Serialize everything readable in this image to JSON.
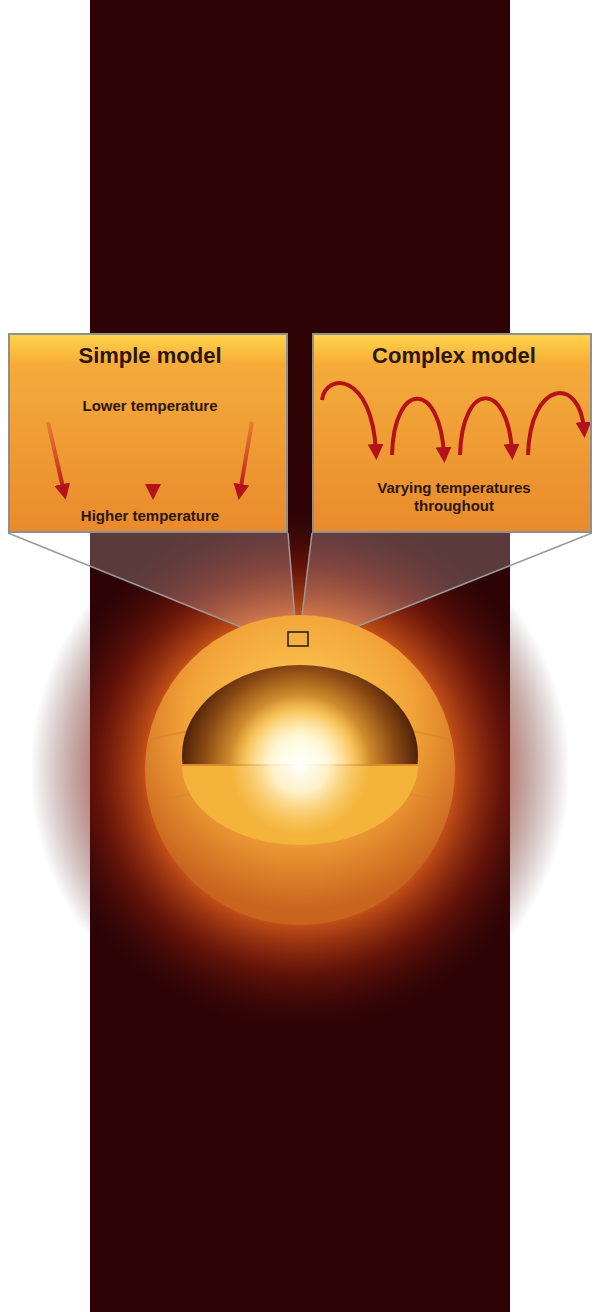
{
  "diagram": {
    "nodes": [
      {
        "text": [
          "Simple model",
          "Lower temperature",
          "Higher temperature"
        ]
      },
      {
        "text": [
          "Complex model",
          "Varying temperatures throughout"
        ]
      }
    ]
  }
}
